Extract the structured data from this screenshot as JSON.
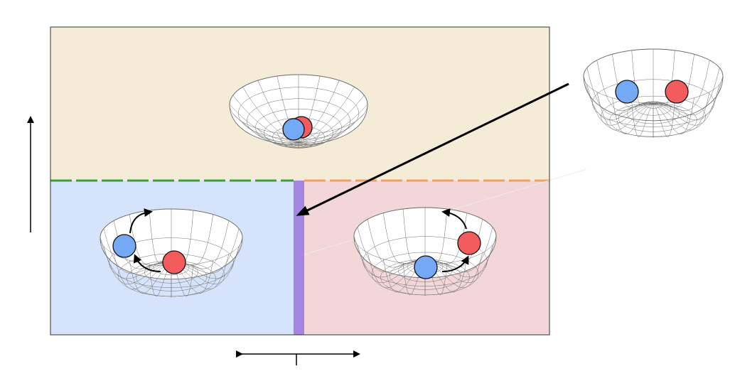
{
  "colors": {
    "region_top": "#f4ecd6",
    "region_left": "#d6e4fb",
    "region_right": "#f2d6d8",
    "frame": "#333333",
    "boundary_green": "#3aa13a",
    "boundary_orange": "#f2a061",
    "boundary_purple": "#a585e0",
    "ball_blue": "#73a9f5",
    "ball_red": "#f25c5c",
    "bowl_line": "#6f6f6f",
    "arrow": "#000000"
  },
  "axes": {
    "y_label": "",
    "x_label": ""
  },
  "regions": [
    {
      "id": "top",
      "name": ""
    },
    {
      "id": "left",
      "name": ""
    },
    {
      "id": "right",
      "name": ""
    }
  ],
  "potentials": [
    {
      "id": "single-well",
      "shape": "bowl",
      "balls": "overlapping-center"
    },
    {
      "id": "left-mexican-hat",
      "shape": "mexican-hat",
      "balls": "rotating",
      "direction": "clockwise"
    },
    {
      "id": "right-mexican-hat",
      "shape": "mexican-hat",
      "balls": "rotating",
      "direction": "counterclockwise"
    },
    {
      "id": "inset-mexican-hat",
      "shape": "mexican-hat",
      "balls": "static"
    }
  ]
}
